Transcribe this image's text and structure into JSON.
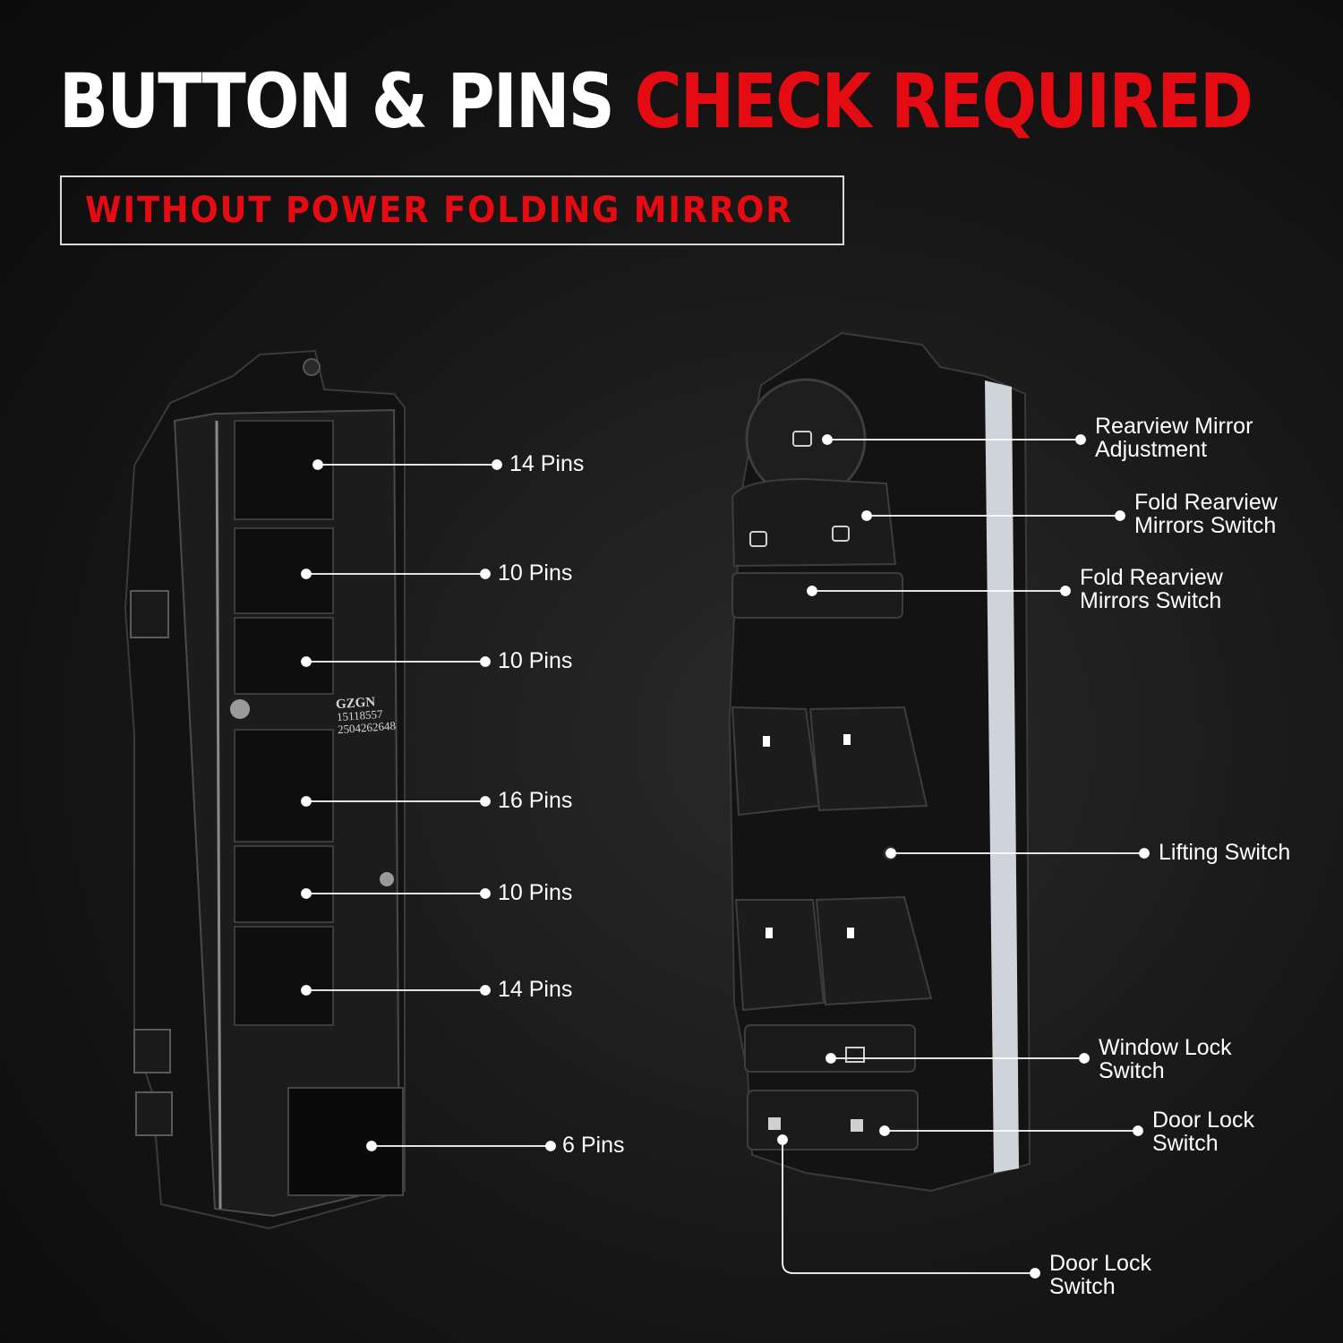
{
  "headline": {
    "part1": "BUTTON & PINS",
    "part2": "CHECK REQUIRED"
  },
  "warning": {
    "icon": "warning-triangle-icon",
    "text": "WITHOUT POWER FOLDING MIRROR"
  },
  "serial": {
    "brand": "GZGN",
    "line1": "15118557",
    "line2": "2504262648"
  },
  "pin_labels": [
    "14 Pins",
    "10 Pins",
    "10 Pins",
    "16 Pins",
    "10 Pins",
    "14 Pins",
    "6 Pins"
  ],
  "switch_labels": [
    {
      "line1": "Rearview Mirror",
      "line2": "Adjustment"
    },
    {
      "line1": "Fold Rearview",
      "line2": "Mirrors Switch"
    },
    {
      "line1": "Fold Rearview",
      "line2": "Mirrors Switch"
    },
    {
      "line1": "Lifting Switch",
      "line2": ""
    },
    {
      "line1": "Window Lock",
      "line2": "Switch"
    },
    {
      "line1": "Door Lock",
      "line2": "Switch"
    },
    {
      "line1": "Door Lock",
      "line2": "Switch"
    }
  ],
  "colors": {
    "accent_red": "#e50b12",
    "background": "#141414",
    "text": "#ffffff"
  }
}
